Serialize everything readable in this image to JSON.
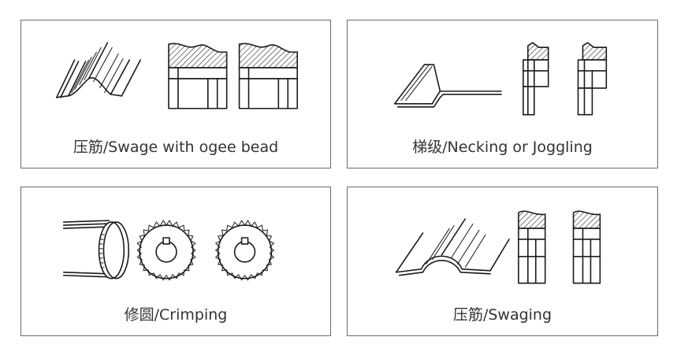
{
  "panels": [
    {
      "caption": "压筋/Swage with ogee bead"
    },
    {
      "caption": "梯级/Necking or Joggling"
    },
    {
      "caption": "修圆/Crimping"
    },
    {
      "caption": "压筋/Swaging"
    }
  ]
}
